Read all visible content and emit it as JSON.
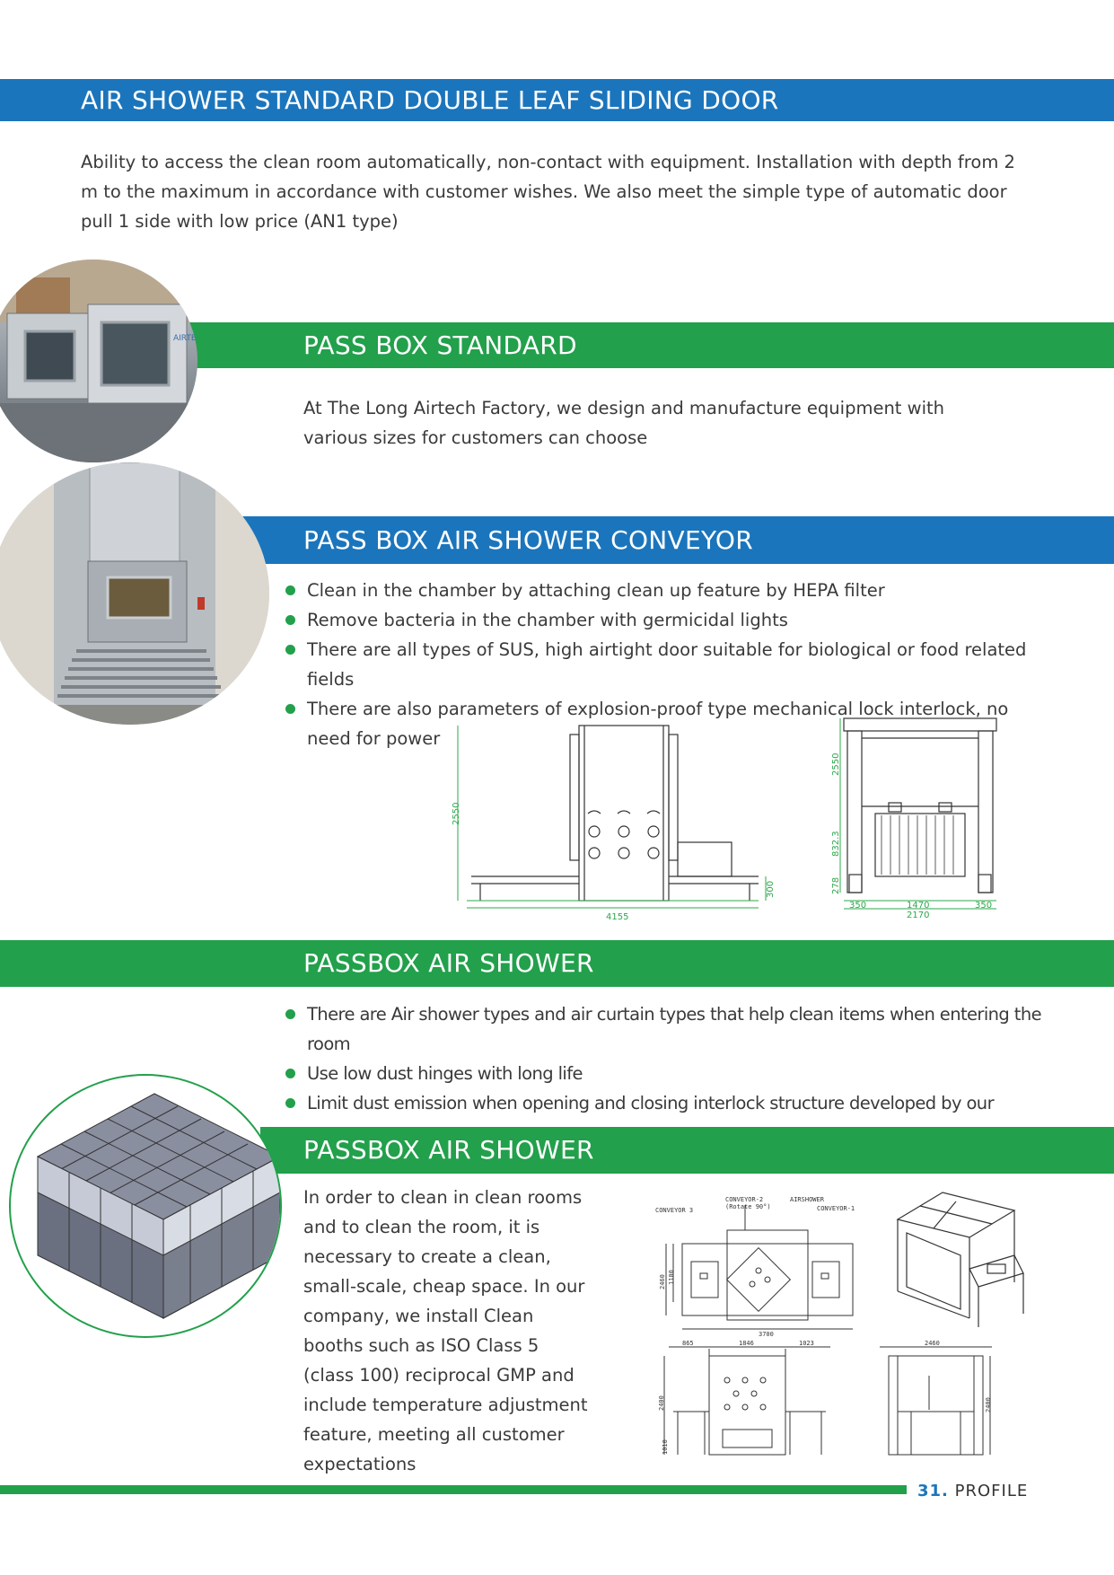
{
  "section1": {
    "title": "AIR SHOWER STANDARD DOUBLE LEAF SLIDING DOOR",
    "body": "Ability to access the clean room automatically, non-contact with equipment. Installation with depth from 2 m to the maximum in accordance with customer wishes. We also meet the simple type of automatic door pull 1 side with low price (AN1 type)"
  },
  "section2": {
    "title": "PASS BOX STANDARD",
    "body": "At The Long Airtech Factory, we design and manufacture equipment with various sizes for customers can choose",
    "photo_text": "AIRTECH"
  },
  "section3": {
    "title": "PASS BOX AIR SHOWER CONVEYOR",
    "bullets": [
      "Clean in the chamber by attaching clean up feature by HEPA filter",
      "Remove bacteria in the chamber with germicidal lights",
      "There are all types of SUS, high airtight door suitable for biological or food related fields",
      "There are also parameters of explosion-proof type mechanical lock interlock, no need for power"
    ],
    "drawing_side": {
      "height": "2550",
      "width": "4155",
      "base": "300"
    },
    "drawing_front": {
      "height": "2550",
      "mid": "832.3",
      "low": "278",
      "left": "350",
      "center": "1470",
      "right": "350",
      "total": "2170"
    }
  },
  "section4": {
    "title": "PASSBOX AIR SHOWER",
    "bullets": [
      "There are Air shower types and air curtain types that help clean items when entering the room",
      "Use low dust hinges with long life",
      "Limit dust emission when opening and closing interlock structure developed by our company"
    ]
  },
  "section5": {
    "title": "PASSBOX AIR SHOWER",
    "body": "In order to clean in clean rooms and to clean the room, it is necessary to create a clean, small-scale, cheap space. In our company, we install Clean booths such as ISO Class 5 (class 100) reciprocal GMP and include temperature adjustment feature, meeting all customer expectations",
    "drawing_labels": {
      "conveyor3": "CONVEYOR 3",
      "conveyor2": "CONVEYOR-2",
      "conveyor2_sub": "(Rotate 90°)",
      "airshower": "AIRSHOWER",
      "conveyor1": "CONVEYOR-1",
      "d2460": "2460",
      "d1100": "1100",
      "d3700": "3700",
      "d865": "865",
      "d1846": "1846",
      "d1023": "1023",
      "d2400": "2400",
      "d1010": "1010",
      "d2460b": "2460",
      "d2400b": "2400"
    }
  },
  "footer": {
    "page_number": "31.",
    "label": "PROFILE"
  },
  "colors": {
    "blue": "#1b75bc",
    "green": "#22a04b"
  }
}
